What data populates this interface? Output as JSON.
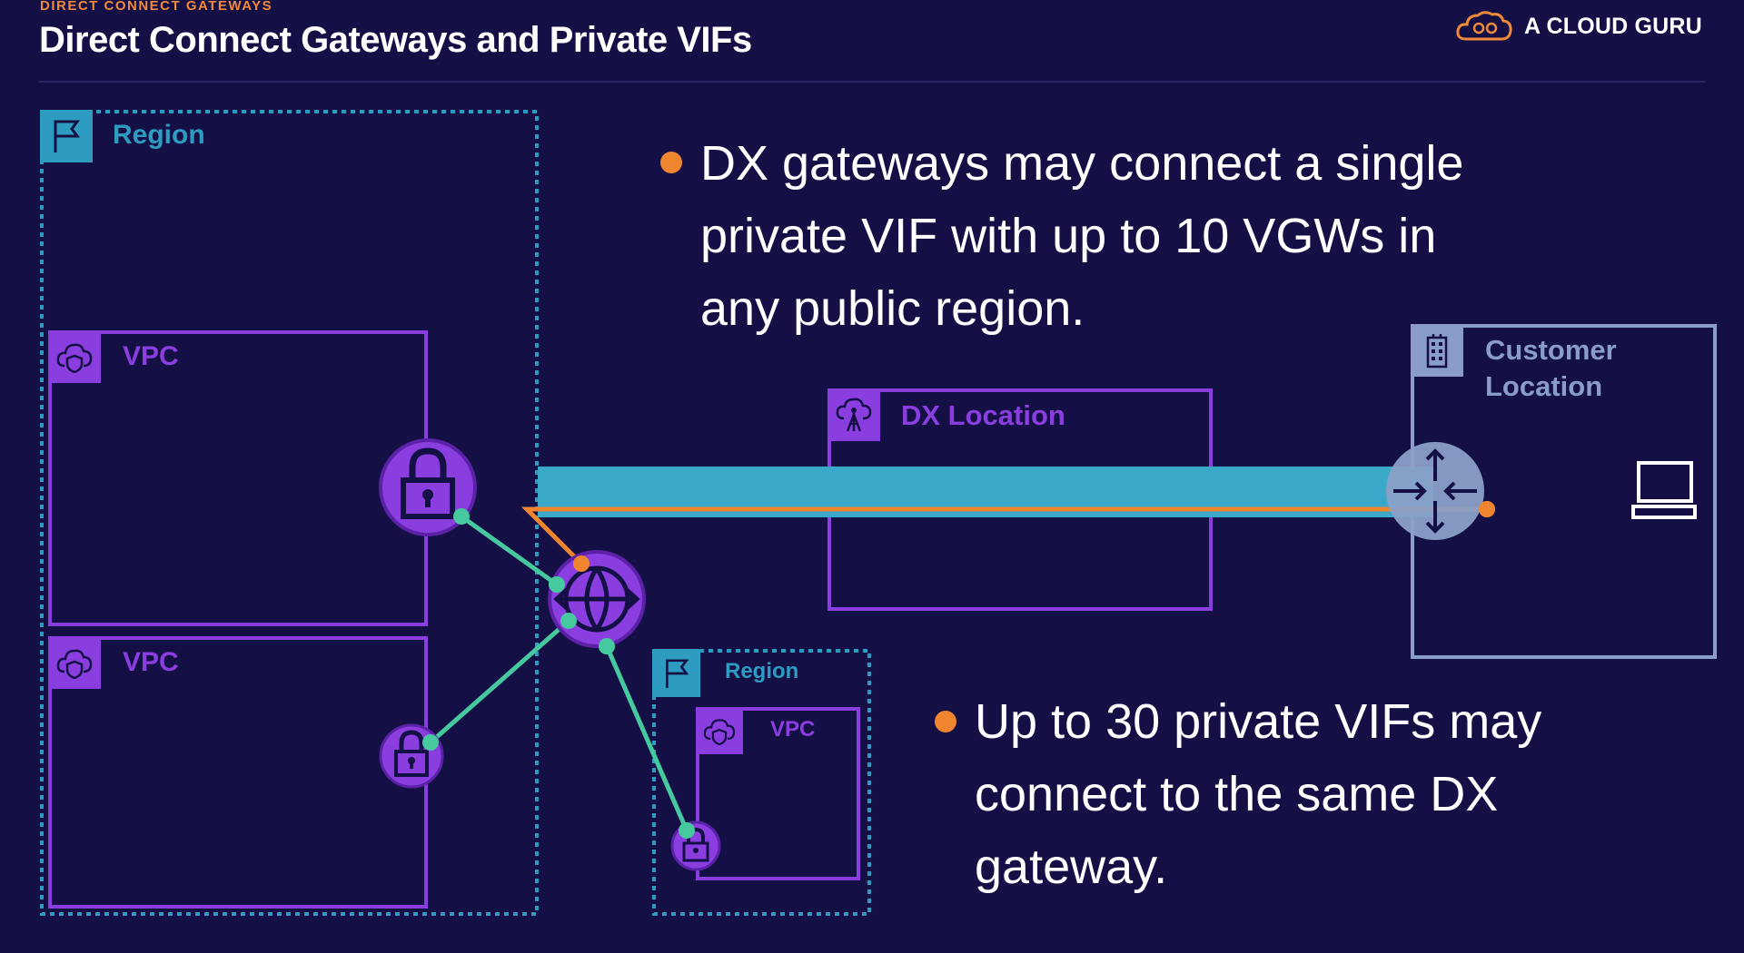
{
  "header": {
    "eyebrow": "DIRECT CONNECT GATEWAYS",
    "title": "Direct Connect Gateways and Private VIFs",
    "brand": "A CLOUD GURU"
  },
  "diagram": {
    "region_main": {
      "label": "Region"
    },
    "vpc_top": {
      "label": "VPC"
    },
    "vpc_bottom": {
      "label": "VPC"
    },
    "region_small": {
      "label": "Region"
    },
    "vpc_small": {
      "label": "VPC"
    },
    "dx_location": {
      "label": "DX Location"
    },
    "customer_location": {
      "label_line1": "Customer",
      "label_line2": "Location"
    }
  },
  "bullets": [
    {
      "lines": [
        "DX gateways may connect a single",
        "private VIF with up to 10 VGWs in",
        "any public region."
      ]
    },
    {
      "lines": [
        "Up to 30 private VIFs may",
        "connect to the same DX",
        "gateway."
      ]
    }
  ],
  "colors": {
    "background": "#140f45",
    "region_teal": "#2e9cc0",
    "vpc_purple": "#8a3ee0",
    "customer_grey": "#8a9cc8",
    "connection_teal": "#3aa8c8",
    "vif_orange": "#f0852f",
    "link_green": "#47c9a0",
    "accent_orange": "#f08a3a"
  },
  "icons": {
    "brand": "cloud-logo-icon",
    "region": "flag-icon",
    "vpc": "cloud-shield-icon",
    "dx_location": "cloud-tower-icon",
    "customer": "building-icon",
    "vgw": "lock-icon",
    "dx_gateway": "globe-arrows-icon",
    "router": "router-arrows-icon",
    "laptop": "laptop-icon"
  }
}
